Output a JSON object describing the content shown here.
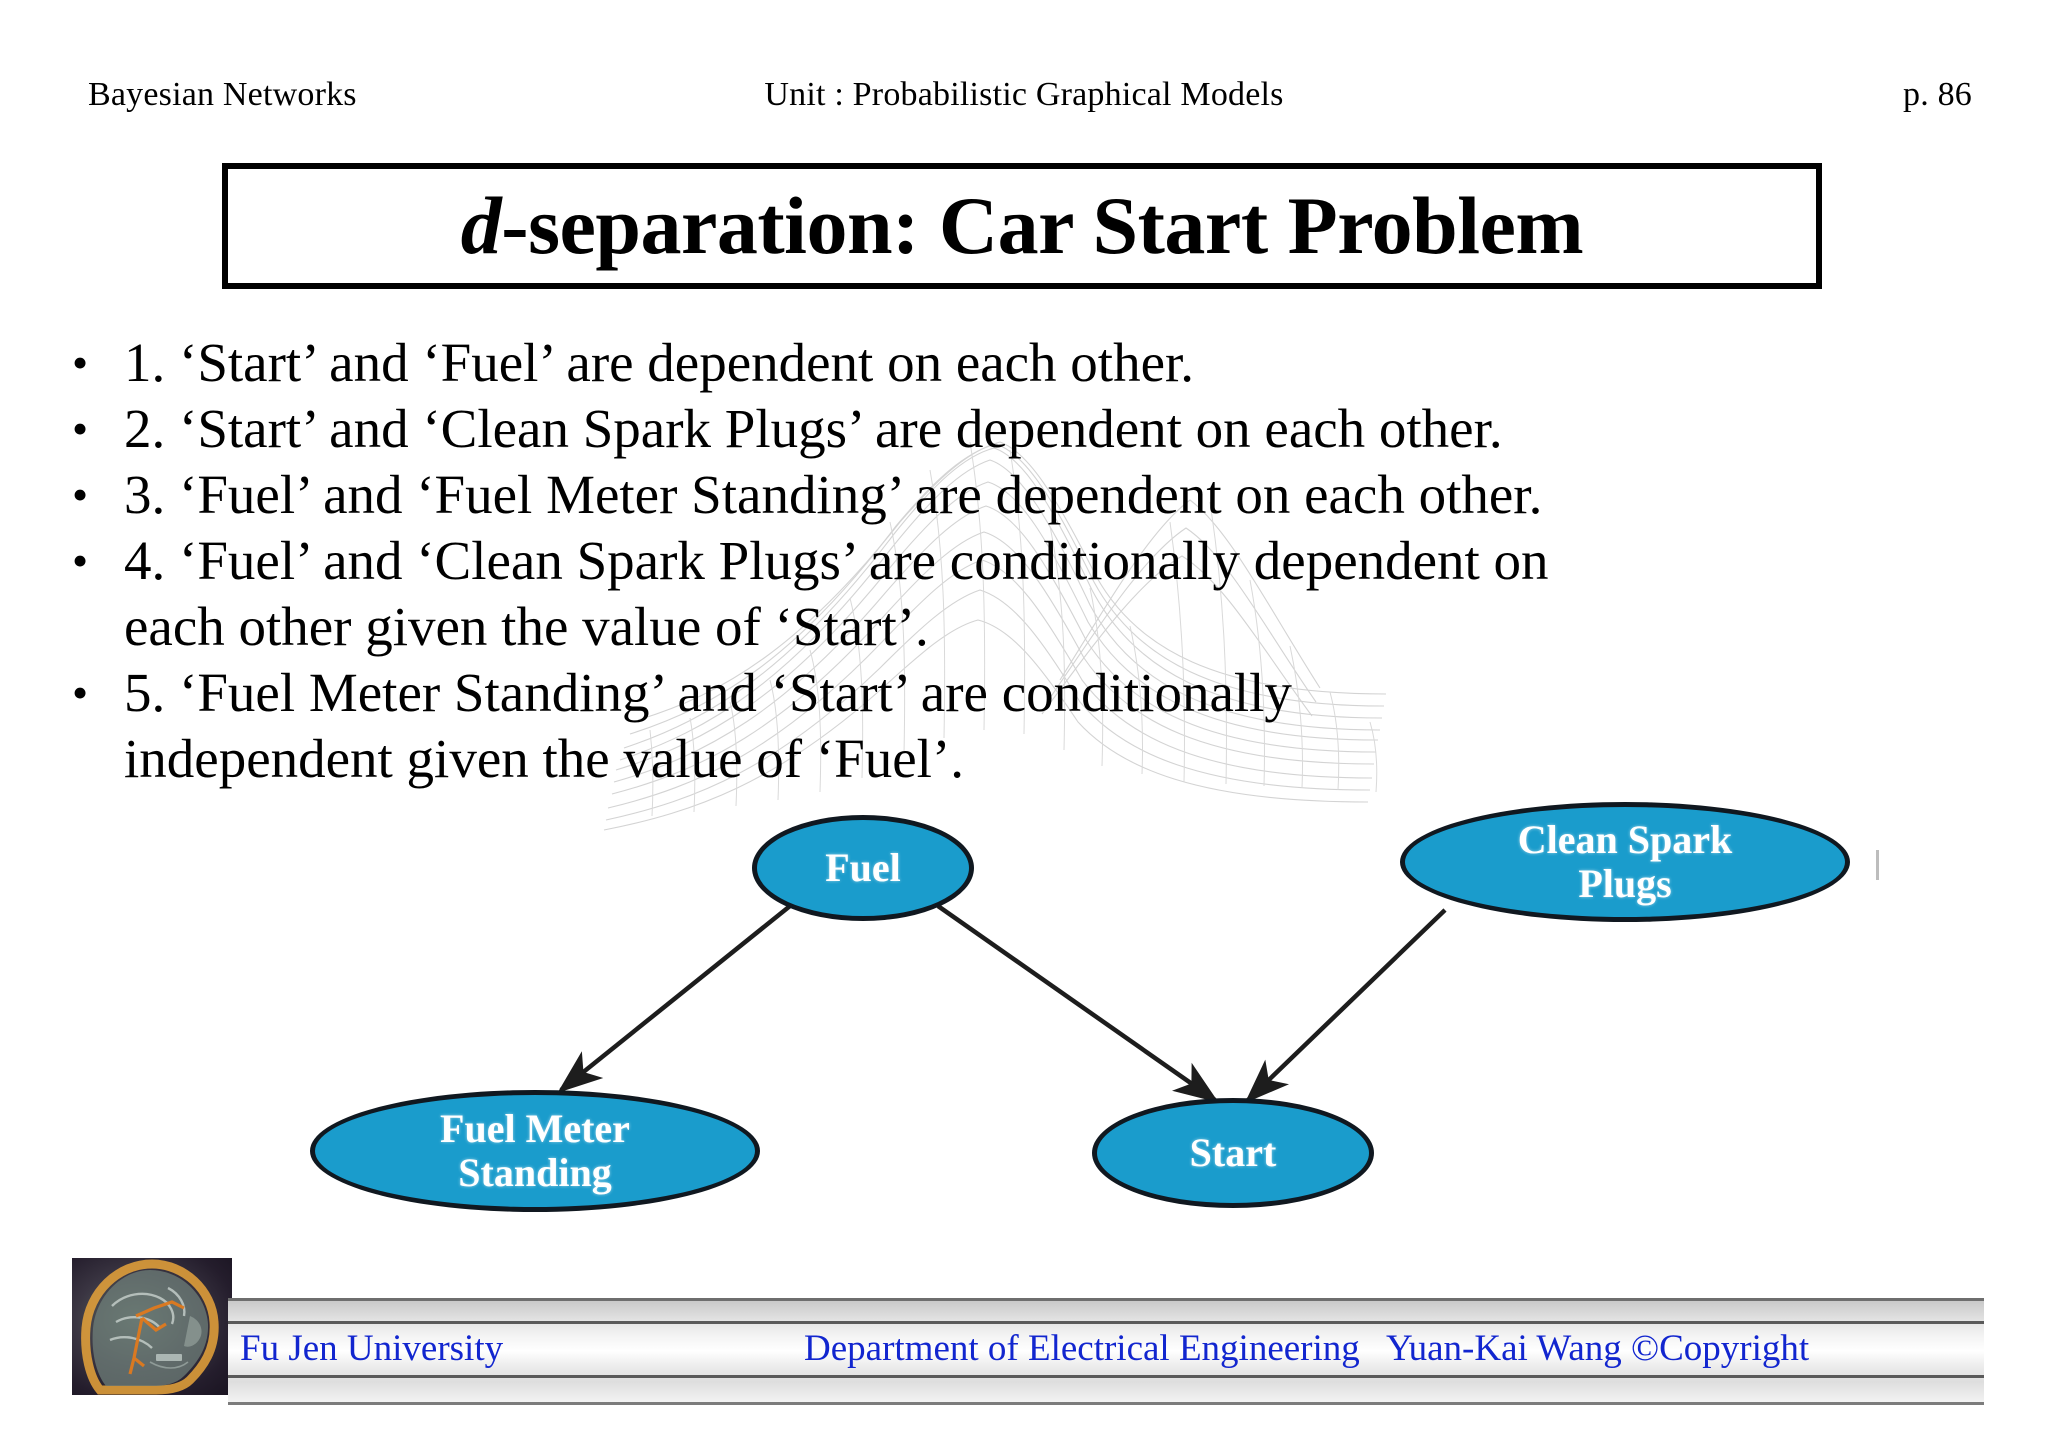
{
  "header": {
    "left": "Bayesian Networks",
    "middle": "Unit : Probabilistic Graphical Models",
    "page": "p.  86"
  },
  "title": {
    "emphasis": "d",
    "rest": "-separation: Car Start Problem",
    "full": "d-separation: Car Start Problem"
  },
  "bullets": [
    {
      "marker": "•",
      "text": "1. ‘Start’ and ‘Fuel’ are dependent on each other."
    },
    {
      "marker": "•",
      "text": "2. ‘Start’ and ‘Clean Spark Plugs’ are dependent on each other."
    },
    {
      "marker": "•",
      "text": "3. ‘Fuel’ and ‘Fuel Meter Standing’ are dependent on each other."
    },
    {
      "marker": "•",
      "text": "4. ‘Fuel’ and ‘Clean Spark Plugs’ are conditionally dependent on",
      "continuation": "each other given the value of ‘Start’."
    },
    {
      "marker": "•",
      "text": "5. ‘Fuel Meter Standing’ and ‘Start’ are conditionally",
      "continuation": "independent given the value of ‘Fuel’."
    }
  ],
  "diagram": {
    "node_fill": "#1a9ccc",
    "node_border": "#101820",
    "node_text_color": "#ffffff",
    "nodes": [
      {
        "id": "fuel",
        "label": "Fuel"
      },
      {
        "id": "clean_spark_plugs",
        "label_line1": "Clean Spark",
        "label_line2": "Plugs"
      },
      {
        "id": "fuel_meter_standing",
        "label_line1": "Fuel Meter",
        "label_line2": "Standing"
      },
      {
        "id": "start",
        "label": "Start"
      }
    ],
    "edges": [
      {
        "from": "fuel",
        "to": "fuel_meter_standing"
      },
      {
        "from": "fuel",
        "to": "start"
      },
      {
        "from": "clean_spark_plugs",
        "to": "start"
      }
    ]
  },
  "watermark": {
    "description": "gray wireframe mesh surface plot (peaks)",
    "color": "#b9b9b9"
  },
  "footer": {
    "university": "Fu Jen University",
    "department": "Department of Electrical Engineering",
    "copyright": "Yuan-Kai Wang ©Copyright",
    "text_color": "#1226cf",
    "logo": "human-head-brain-scan-image"
  }
}
